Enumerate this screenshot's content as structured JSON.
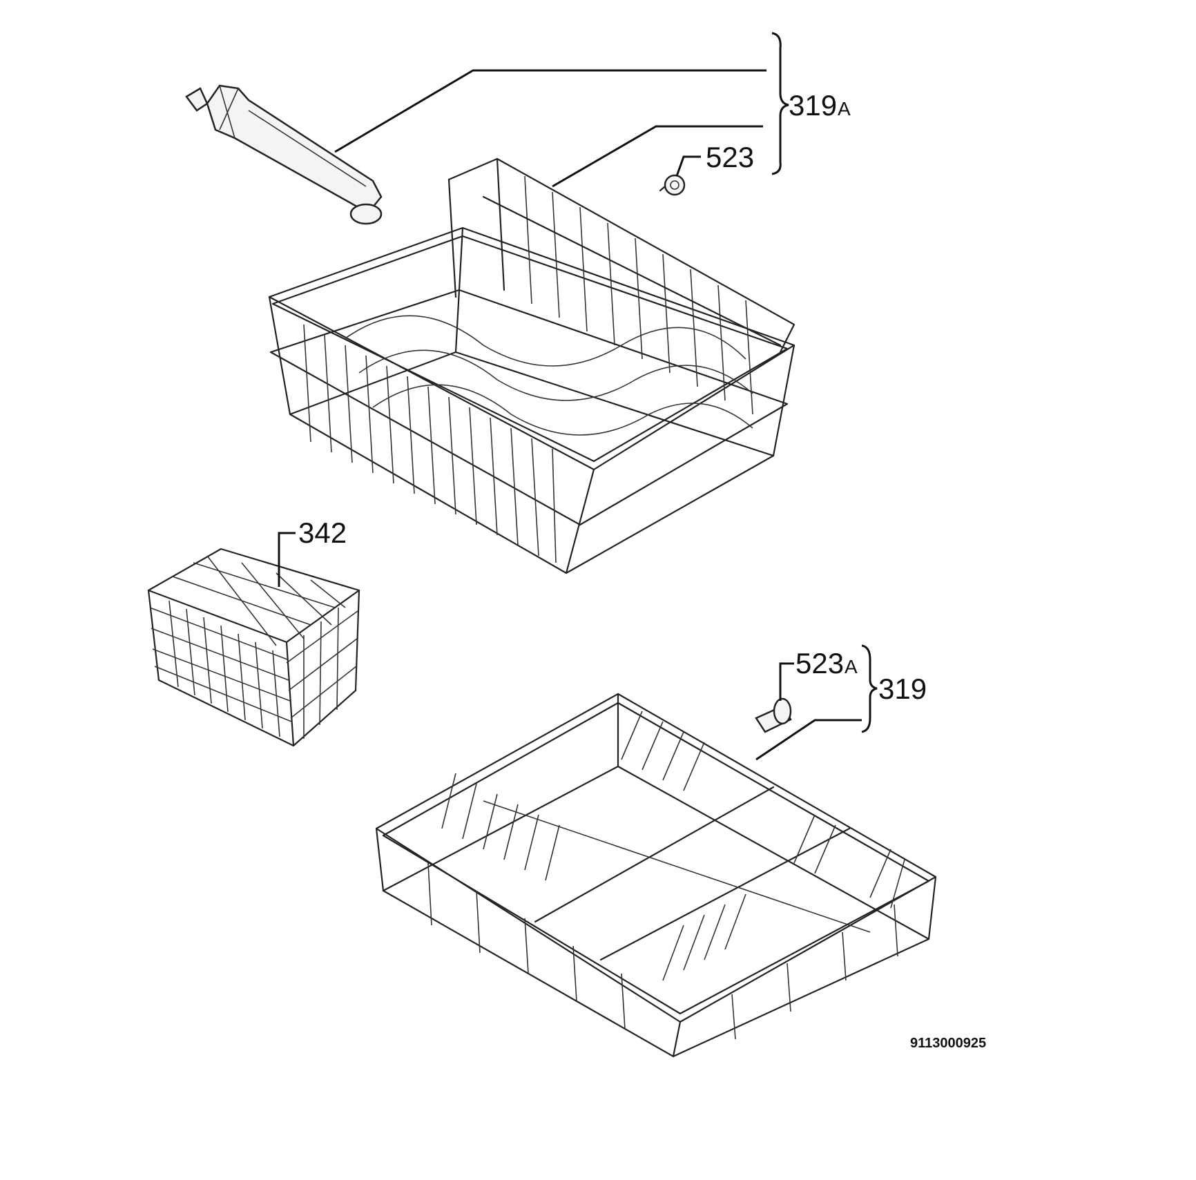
{
  "diagram": {
    "callouts": {
      "c319a": {
        "number": "319",
        "suffix": "A"
      },
      "c523": {
        "number": "523"
      },
      "c342": {
        "number": "342"
      },
      "c523a": {
        "number": "523",
        "suffix": "A"
      },
      "c319": {
        "number": "319"
      }
    },
    "drawing_id": "9113000925",
    "parts": {
      "spray_arm": "spray-arm",
      "upper_basket": "upper-dish-basket",
      "cutlery_basket": "cutlery-basket",
      "lower_basket": "lower-dish-basket",
      "roller_upper": "basket-roller",
      "roller_lower": "basket-roller"
    },
    "line_color": "#111111",
    "background": "#ffffff"
  }
}
